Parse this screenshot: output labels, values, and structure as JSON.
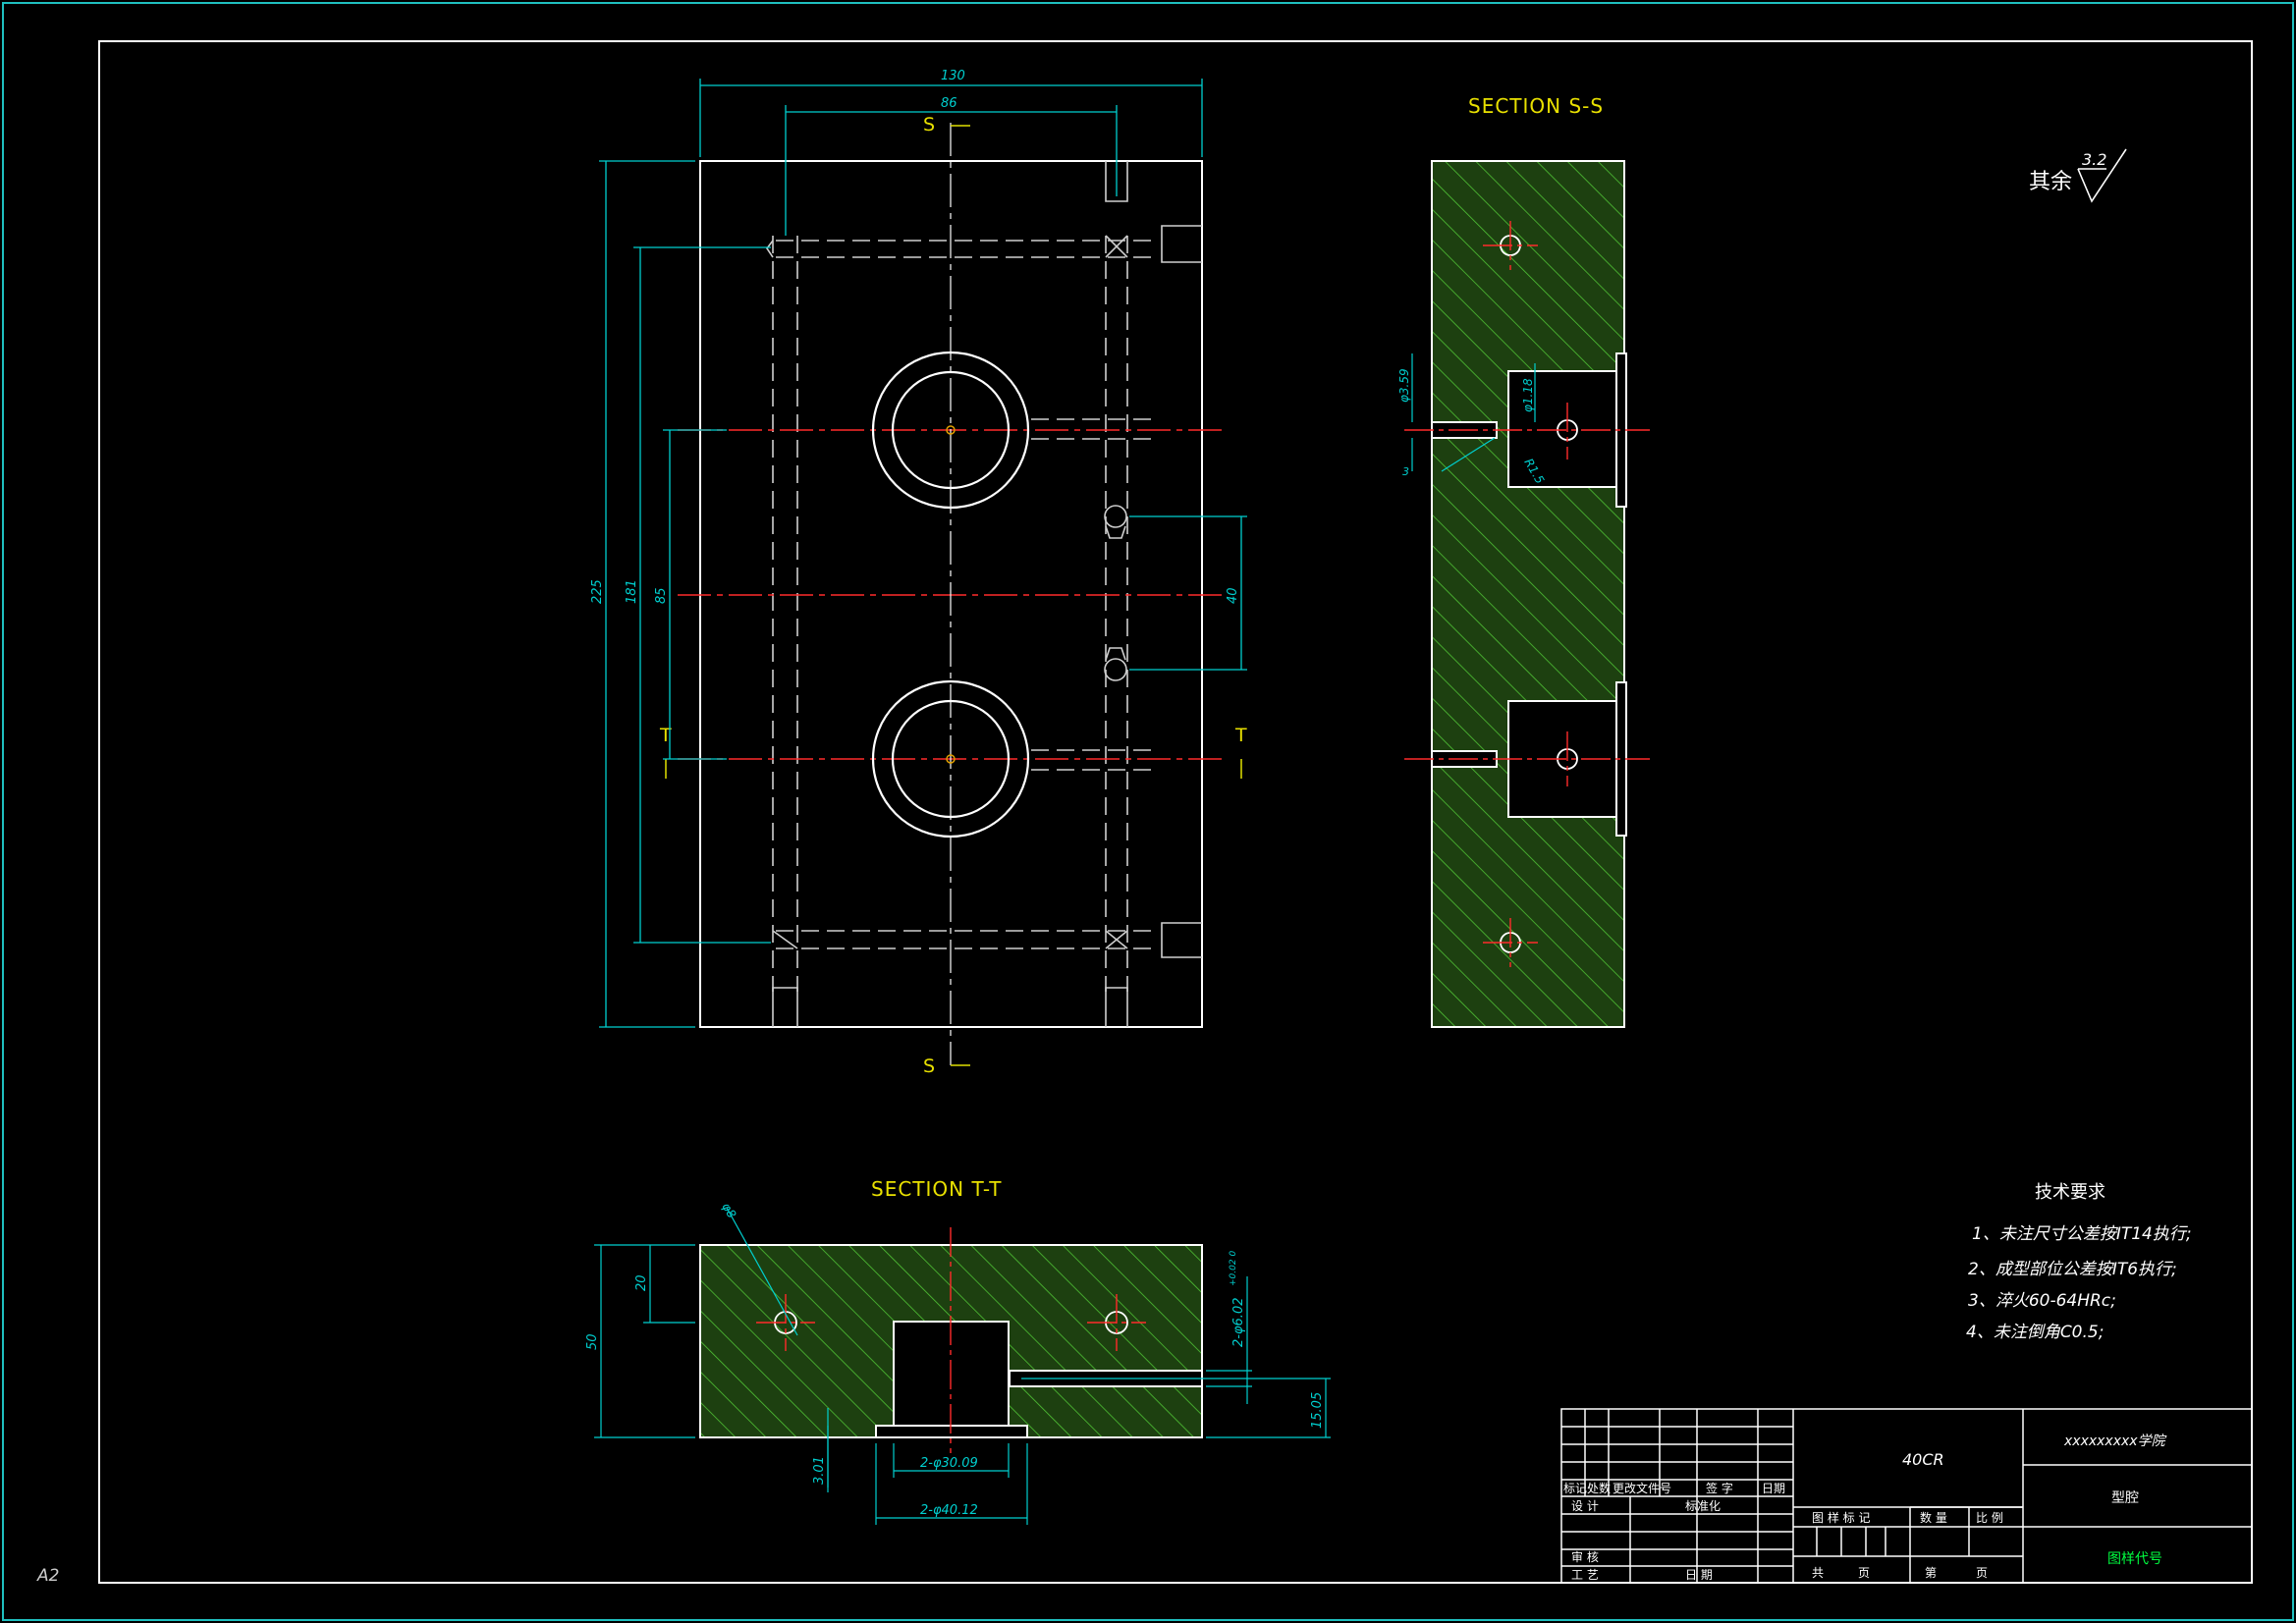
{
  "sheet_size": "A2",
  "colors": {
    "background": "#000000",
    "outline": "#ffffff",
    "border": "#1fbfbf",
    "dimension": "#00cfcf",
    "centerline": "#ff2a2a",
    "hatch": "#2a5a18",
    "hatch_line": "#3fbf2a",
    "title_text": "#e8e000",
    "note_text": "#ffffff",
    "accent_text": "#00ff40"
  },
  "views": {
    "plan": {
      "section_marks": {
        "s": "S",
        "t": "T"
      },
      "dims": {
        "width": "130",
        "hole_spacing": "86",
        "height": "225",
        "channel_span": "181",
        "center_offset": "85",
        "port_spacing": "40"
      }
    },
    "section_ss": {
      "title": "SECTION S-S",
      "dims": {
        "d1": "φ3.59",
        "d2": "φ1.18",
        "r": "R1.5",
        "small": "3"
      }
    },
    "section_tt": {
      "title": "SECTION T-T",
      "dims": {
        "hole": "φ8",
        "top_offset": "20",
        "thickness": "50",
        "bore": "2-φ6.02",
        "bore_tol": "+0.02\n0",
        "depth": "15.05",
        "step": "3.01",
        "cav_small": "2-φ30.09",
        "cav_large": "2-φ40.12"
      }
    }
  },
  "roughness": {
    "prefix": "其余",
    "value": "3.2"
  },
  "tech_requirements": {
    "title": "技术要求",
    "items": [
      "1、未注尺寸公差按IT14执行;",
      "2、成型部位公差按IT6执行;",
      "3、淬火60-64HRc;",
      "4、未注倒角C0.5;"
    ]
  },
  "title_block": {
    "material": "40CR",
    "school": "xxxxxxxxx学院",
    "part_name": "型腔",
    "drawing_no": "图样代号",
    "rev_headers": [
      "标记",
      "处数",
      "更改文件号",
      "签 字",
      "日期"
    ],
    "design": "设 计",
    "standardize": "标准化",
    "check": "审 核",
    "process": "工 艺",
    "date": "日 期",
    "mark_headers": [
      "图 样 标 记",
      "数 量",
      "比 例"
    ],
    "sheet_total": "共",
    "sheet_page": "页",
    "sheet_no": "第"
  }
}
